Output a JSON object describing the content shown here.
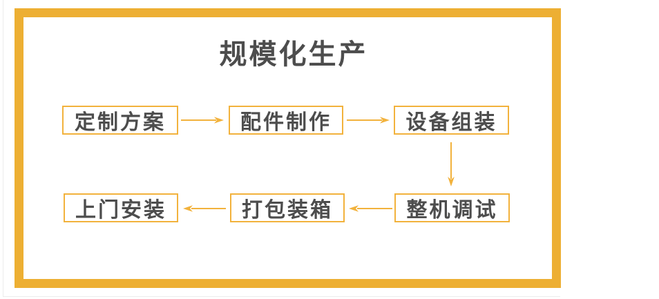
{
  "title": "规模化生产",
  "colors": {
    "frame": "#edaf33",
    "accent": "#f2b23c",
    "text": "#4d4d4d",
    "faint_line": "#ececec",
    "background": "#ffffff"
  },
  "nodes": [
    {
      "id": "step-1",
      "label": "定制方案"
    },
    {
      "id": "step-2",
      "label": "配件制作"
    },
    {
      "id": "step-3",
      "label": "设备组装"
    },
    {
      "id": "step-4",
      "label": "整机调试"
    },
    {
      "id": "step-5",
      "label": "打包装箱"
    },
    {
      "id": "step-6",
      "label": "上门安装"
    }
  ],
  "flow": {
    "arrows": [
      {
        "from": "定制方案",
        "to": "配件制作",
        "direction": "right"
      },
      {
        "from": "配件制作",
        "to": "设备组装",
        "direction": "right"
      },
      {
        "from": "设备组装",
        "to": "整机调试",
        "direction": "down"
      },
      {
        "from": "整机调试",
        "to": "打包装箱",
        "direction": "left"
      },
      {
        "from": "打包装箱",
        "to": "上门安装",
        "direction": "left"
      }
    ]
  }
}
